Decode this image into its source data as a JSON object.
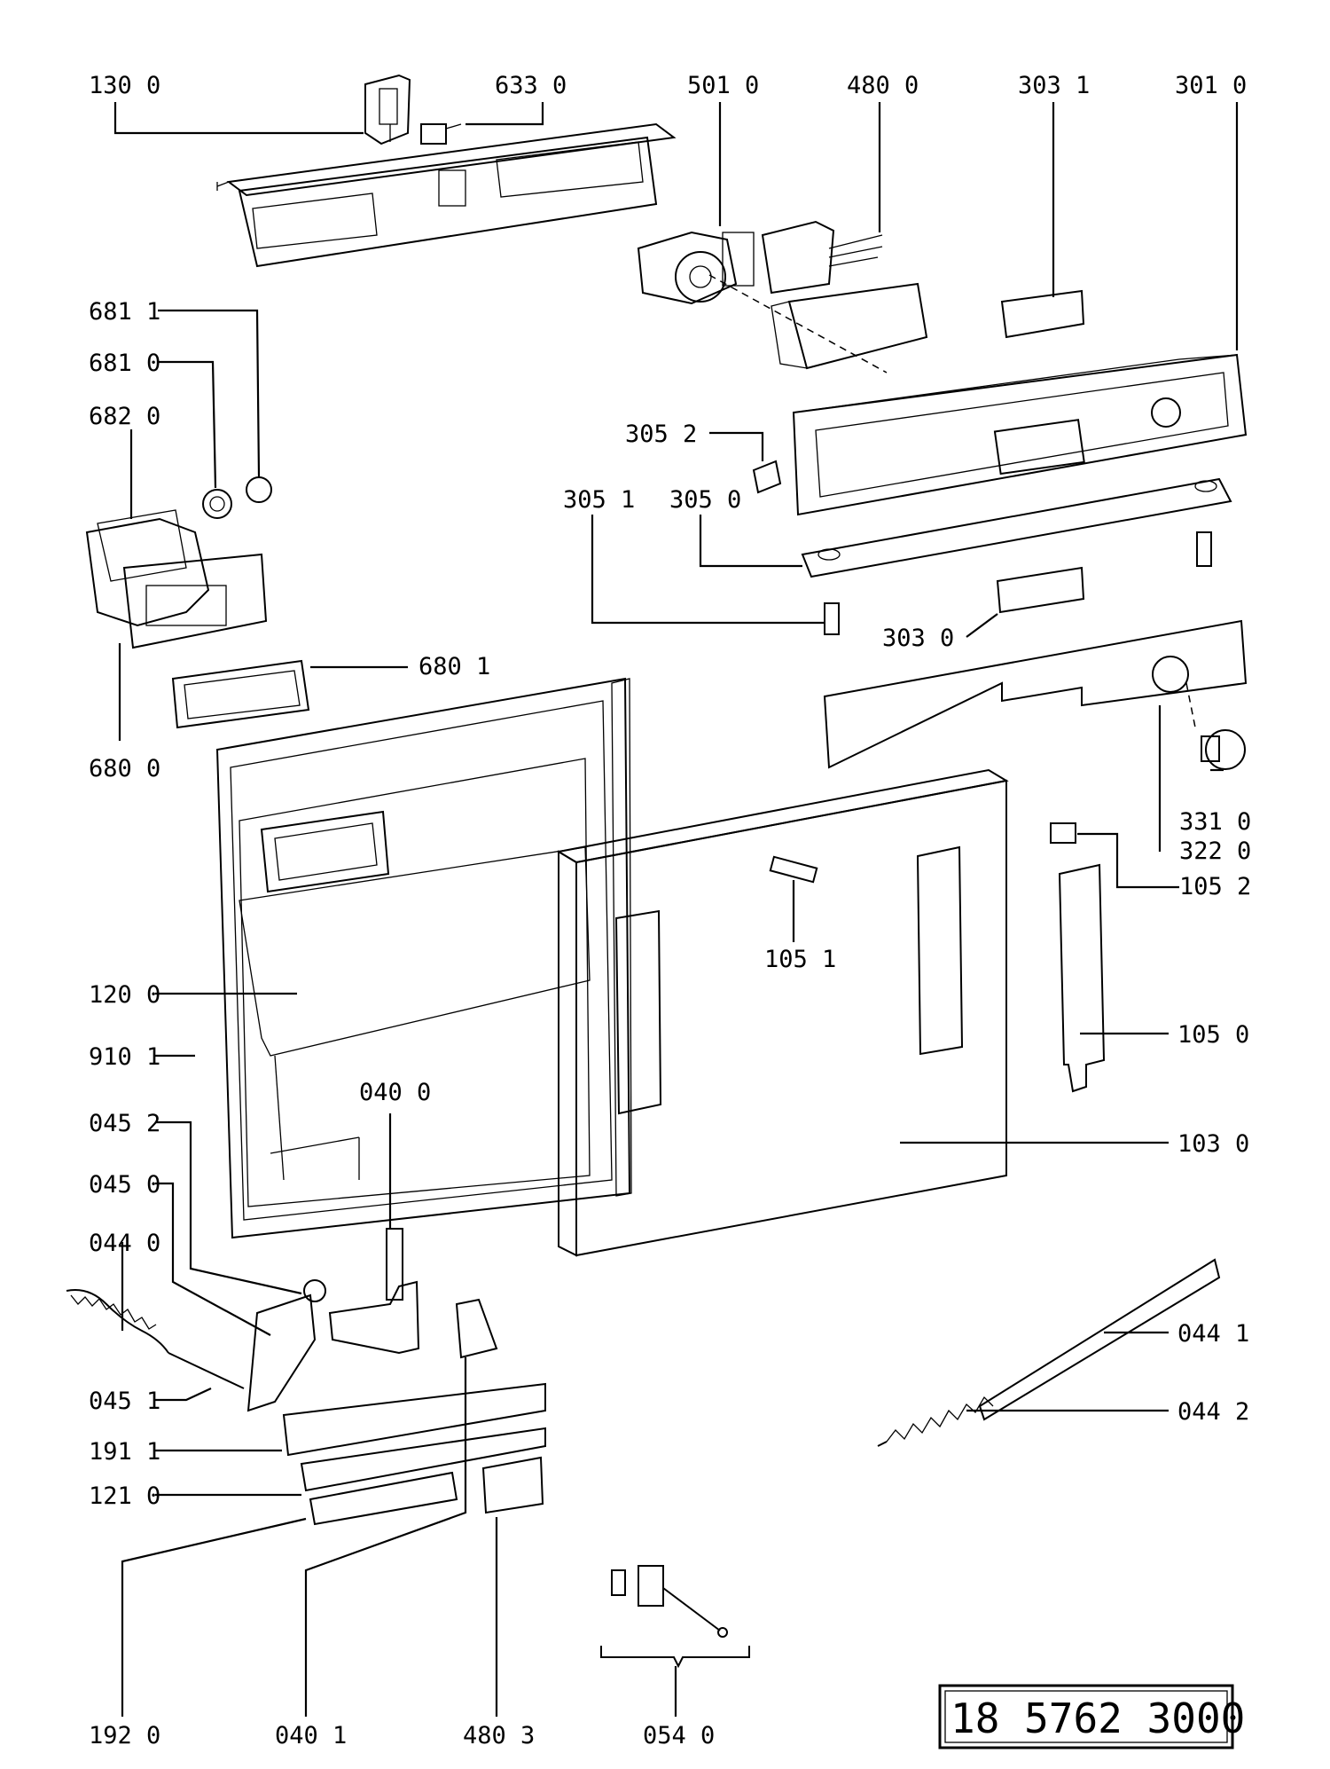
{
  "part_labels": {
    "p130_0": "130 0",
    "p633_0": "633 0",
    "p501_0": "501 0",
    "p480_0": "480 0",
    "p303_1": "303 1",
    "p301_0": "301 0",
    "p681_1": "681 1",
    "p681_0": "681 0",
    "p682_0": "682 0",
    "p305_2": "305 2",
    "p305_1": "305 1",
    "p305_0": "305 0",
    "p303_0": "303 0",
    "p680_1": "680 1",
    "p680_0": "680 0",
    "p331_0": "331 0",
    "p322_0": "322 0",
    "p105_2": "105 2",
    "p105_1": "105 1",
    "p105_0": "105 0",
    "p120_0": "120 0",
    "p910_1": "910 1",
    "p040_0": "040 0",
    "p045_2": "045 2",
    "p103_0": "103 0",
    "p045_0": "045 0",
    "p044_0": "044 0",
    "p044_1": "044 1",
    "p045_1": "045 1",
    "p044_2": "044 2",
    "p191_1": "191 1",
    "p121_0": "121 0",
    "p192_0": "192 0",
    "p040_1": "040 1",
    "p480_3": "480 3",
    "p054_0": "054 0"
  },
  "document_number": "18 5762 3000"
}
